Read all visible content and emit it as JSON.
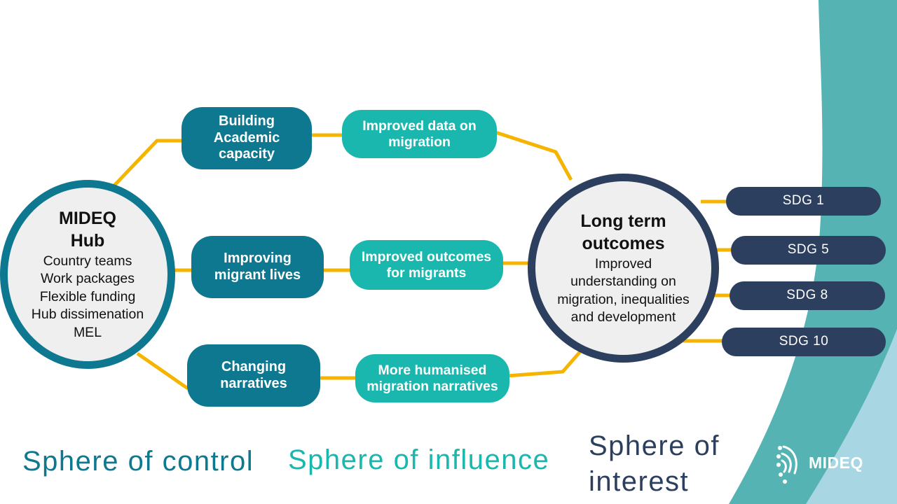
{
  "colors": {
    "control": "#0e7890",
    "influence": "#1ab7ae",
    "interest": "#2c3f5e",
    "connector": "#f5b400",
    "circle_fill": "#efefef"
  },
  "hub": {
    "title": "MIDEQ\nHub",
    "items": [
      "Country teams",
      "Work packages",
      "Flexible  funding",
      "Hub dissimenation",
      "MEL"
    ]
  },
  "control_nodes": [
    {
      "label": "Building\nAcademic\ncapacity"
    },
    {
      "label": "Improving\nmigrant lives"
    },
    {
      "label": "Changing\nnarratives"
    }
  ],
  "influence_nodes": [
    {
      "label": "Improved data on\nmigration"
    },
    {
      "label": "Improved outcomes\nfor migrants"
    },
    {
      "label": "More humanised\nmigration narratives"
    }
  ],
  "outcome": {
    "title": "Long term\noutcomes",
    "description": "Improved\nunderstanding on\nmigration, inequalities\nand development"
  },
  "sdgs": [
    {
      "label": "SDG 1"
    },
    {
      "label": "SDG 5"
    },
    {
      "label": "SDG 8"
    },
    {
      "label": "SDG 10"
    }
  ],
  "spheres": {
    "control": "Sphere  of control",
    "influence": "Sphere  of influence",
    "interest": "Sphere  of\ninterest"
  },
  "logo": {
    "text": "MIDEQ",
    "icon": "mideq-logo-icon"
  }
}
